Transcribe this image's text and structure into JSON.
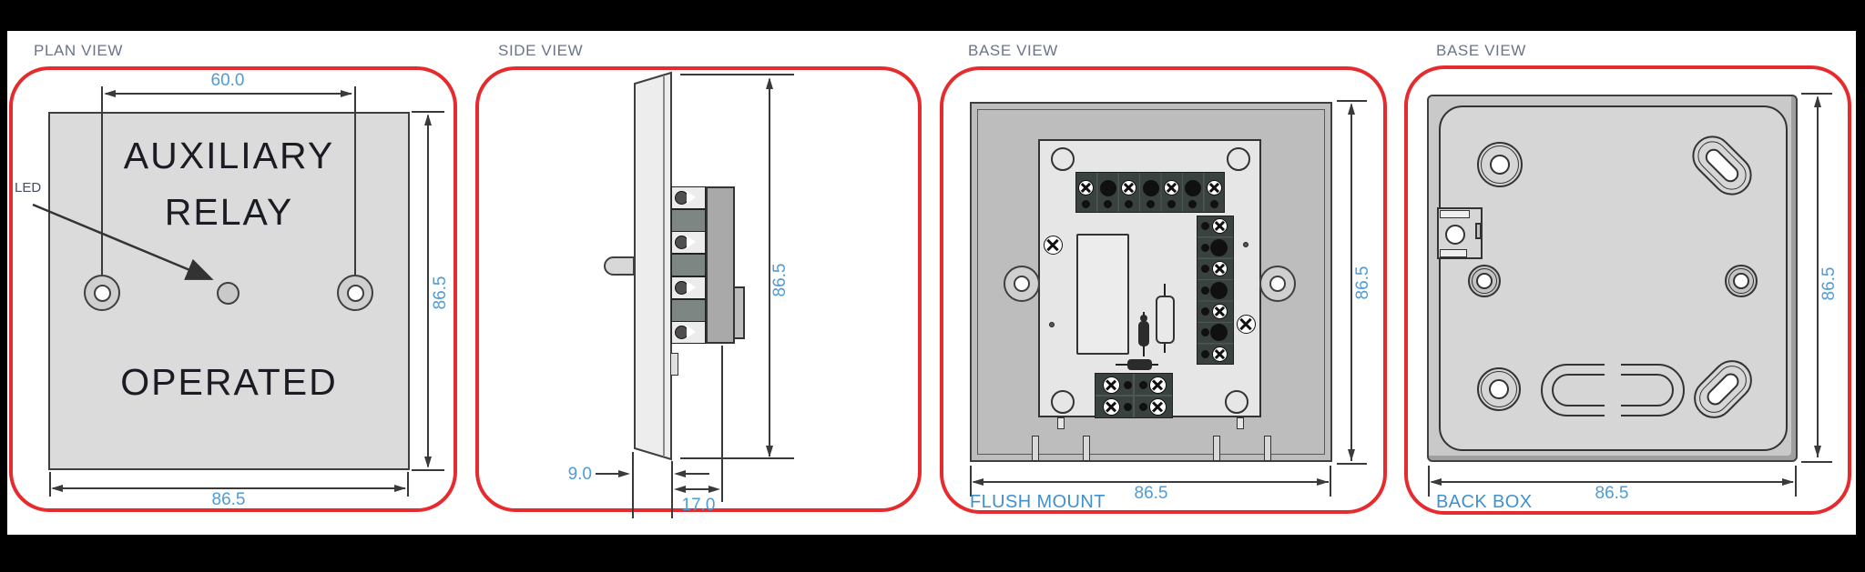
{
  "colors": {
    "panel_border": "#e62b2e",
    "dimension_text": "#4f9bd5",
    "view_title": "#6a7388",
    "caption_text": "#4190ce",
    "ink": "#3a3a3a"
  },
  "panels": [
    {
      "title": "PLAN VIEW",
      "device_lines": {
        "line1": "AUXILIARY",
        "line2": "RELAY",
        "line3": "OPERATED"
      },
      "led_label": "LED",
      "dim_top": "60.0",
      "dim_right": "86.5",
      "dim_bottom": "86.5"
    },
    {
      "title": "SIDE VIEW",
      "dim_right": "86.5",
      "dim_thickness": "9.0",
      "dim_depth": "17.0"
    },
    {
      "title": "BASE VIEW",
      "caption": "FLUSH MOUNT",
      "dim_right": "86.5",
      "dim_bottom": "86.5"
    },
    {
      "title": "BASE VIEW",
      "caption": "BACK BOX",
      "dim_right": "86.5",
      "dim_bottom": "86.5"
    }
  ]
}
